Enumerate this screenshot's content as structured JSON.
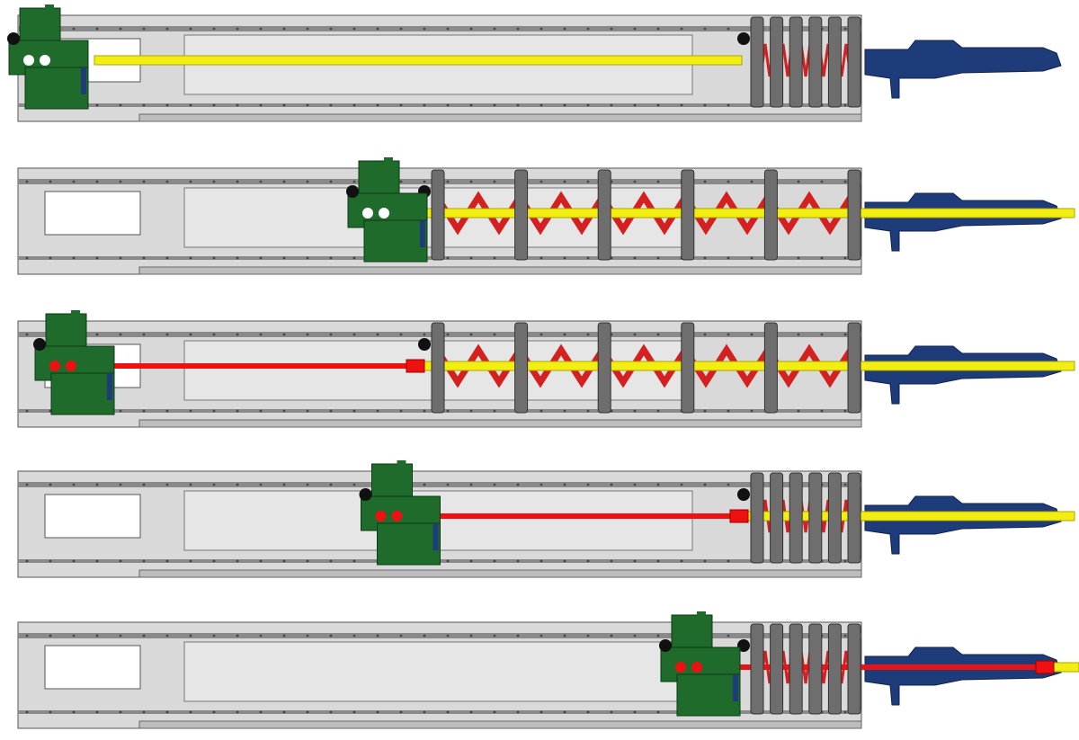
{
  "colors": {
    "frame": "#d9d9d9",
    "frame_edge": "#555555",
    "panel": "#e6e6e6",
    "carriage": "#1f6b2c",
    "support": "#6e6e6e",
    "bellows": "#d42020",
    "outer_tube": "#f2ee12",
    "inner_tube": "#ee1111",
    "nozzle": "#1f3c7a"
  },
  "stages": [
    {
      "step": 1,
      "carriage_position": 0.0,
      "bellows": "compressed",
      "tube": "yellow-retracted",
      "inner_tube": "none"
    },
    {
      "step": 2,
      "carriage_position": 0.52,
      "bellows": "extended",
      "tube": "yellow-extended",
      "inner_tube": "none"
    },
    {
      "step": 3,
      "carriage_position": 0.04,
      "bellows": "extended",
      "tube": "yellow-extended",
      "inner_tube": "red-to-bellows"
    },
    {
      "step": 4,
      "carriage_position": 0.54,
      "bellows": "compressed",
      "tube": "yellow-extended",
      "inner_tube": "red-to-bellows"
    },
    {
      "step": 5,
      "carriage_position": 1.0,
      "bellows": "compressed",
      "tube": "yellow-tip",
      "inner_tube": "red-extended"
    }
  ]
}
